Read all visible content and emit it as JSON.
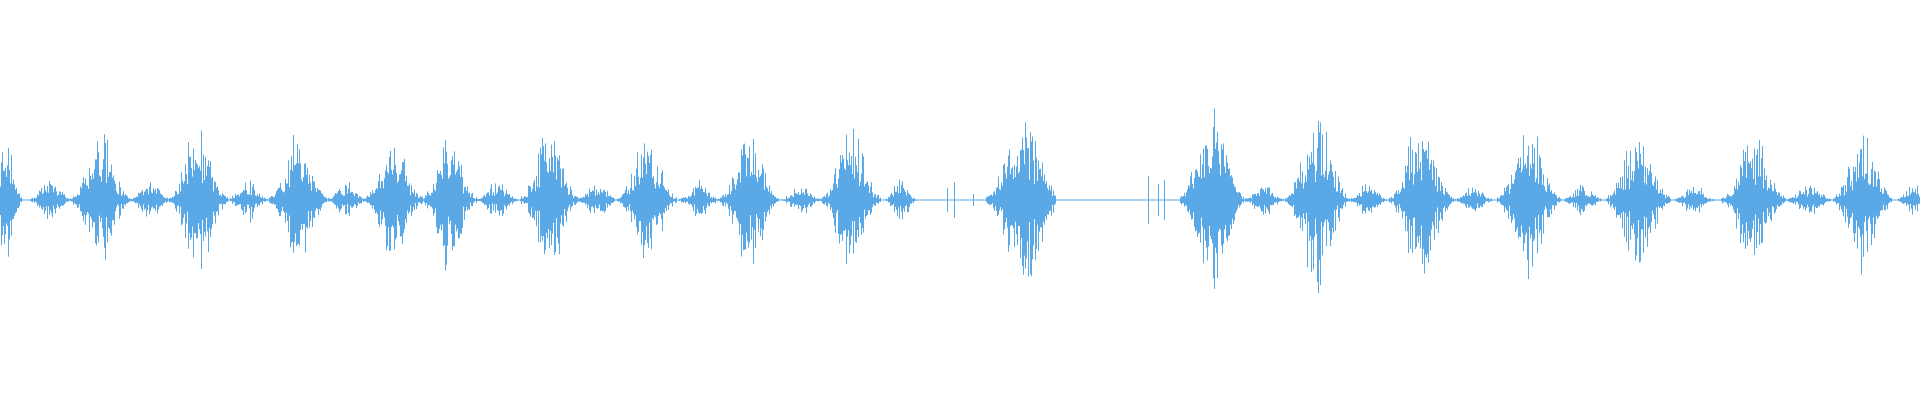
{
  "waveform": {
    "color": "#5aa9e6",
    "background": "#ffffff",
    "baseline_visible": true,
    "bursts": [
      {
        "center": 0.003,
        "width": 0.012,
        "amplitude": 0.25
      },
      {
        "center": 0.026,
        "width": 0.016,
        "amplitude": 0.08
      },
      {
        "center": 0.052,
        "width": 0.022,
        "amplitude": 0.25
      },
      {
        "center": 0.078,
        "width": 0.016,
        "amplitude": 0.08
      },
      {
        "center": 0.103,
        "width": 0.022,
        "amplitude": 0.28
      },
      {
        "center": 0.129,
        "width": 0.016,
        "amplitude": 0.08
      },
      {
        "center": 0.155,
        "width": 0.022,
        "amplitude": 0.24
      },
      {
        "center": 0.18,
        "width": 0.016,
        "amplitude": 0.07
      },
      {
        "center": 0.205,
        "width": 0.022,
        "amplitude": 0.22
      },
      {
        "center": 0.234,
        "width": 0.02,
        "amplitude": 0.27
      },
      {
        "center": 0.259,
        "width": 0.016,
        "amplitude": 0.07
      },
      {
        "center": 0.286,
        "width": 0.022,
        "amplitude": 0.26
      },
      {
        "center": 0.311,
        "width": 0.016,
        "amplitude": 0.07
      },
      {
        "center": 0.337,
        "width": 0.022,
        "amplitude": 0.25
      },
      {
        "center": 0.364,
        "width": 0.016,
        "amplitude": 0.07
      },
      {
        "center": 0.39,
        "width": 0.022,
        "amplitude": 0.28
      },
      {
        "center": 0.417,
        "width": 0.016,
        "amplitude": 0.06
      },
      {
        "center": 0.443,
        "width": 0.022,
        "amplitude": 0.29
      },
      {
        "center": 0.469,
        "width": 0.012,
        "amplitude": 0.09
      },
      {
        "center": 0.533,
        "width": 0.028,
        "amplitude": 0.34
      },
      {
        "center": 0.631,
        "width": 0.024,
        "amplitude": 0.35
      },
      {
        "center": 0.658,
        "width": 0.016,
        "amplitude": 0.06
      },
      {
        "center": 0.686,
        "width": 0.024,
        "amplitude": 0.33
      },
      {
        "center": 0.712,
        "width": 0.016,
        "amplitude": 0.06
      },
      {
        "center": 0.74,
        "width": 0.024,
        "amplitude": 0.31
      },
      {
        "center": 0.767,
        "width": 0.016,
        "amplitude": 0.05
      },
      {
        "center": 0.796,
        "width": 0.024,
        "amplitude": 0.28
      },
      {
        "center": 0.824,
        "width": 0.016,
        "amplitude": 0.06
      },
      {
        "center": 0.853,
        "width": 0.024,
        "amplitude": 0.27
      },
      {
        "center": 0.882,
        "width": 0.016,
        "amplitude": 0.06
      },
      {
        "center": 0.913,
        "width": 0.024,
        "amplitude": 0.26
      },
      {
        "center": 0.942,
        "width": 0.018,
        "amplitude": 0.06
      },
      {
        "center": 0.97,
        "width": 0.022,
        "amplitude": 0.27
      },
      {
        "center": 0.996,
        "width": 0.012,
        "amplitude": 0.07
      }
    ],
    "spikes": [
      {
        "position": 0.493,
        "amplitude": 0.06
      },
      {
        "position": 0.497,
        "amplitude": 0.09
      },
      {
        "position": 0.507,
        "amplitude": 0.03
      },
      {
        "position": 0.515,
        "amplitude": 0.02
      },
      {
        "position": 0.598,
        "amplitude": 0.12
      },
      {
        "position": 0.603,
        "amplitude": 0.08
      },
      {
        "position": 0.606,
        "amplitude": 0.1
      }
    ],
    "silent_spans": [
      {
        "start": 0.55,
        "end": 0.595
      }
    ]
  }
}
